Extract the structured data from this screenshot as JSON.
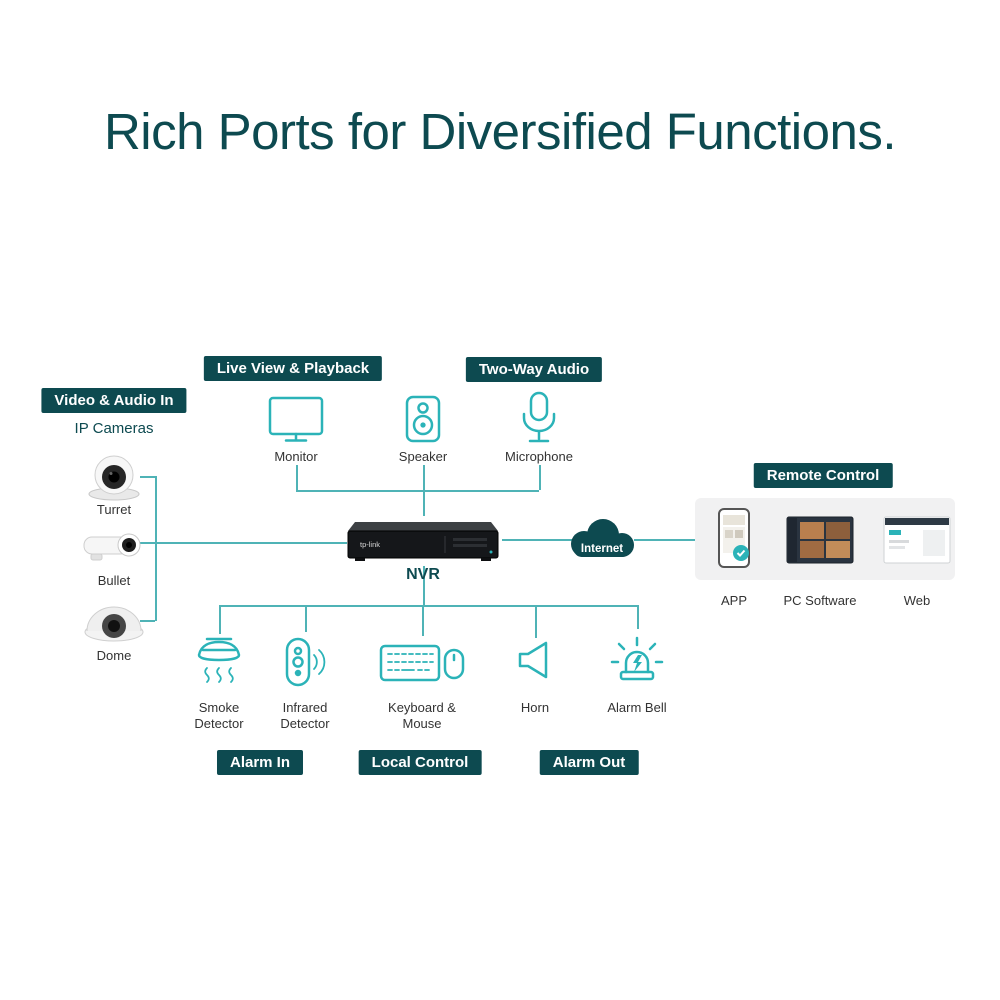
{
  "title": "Rich Ports for Diversified Functions.",
  "colors": {
    "dark_teal": "#0D4A50",
    "icon_teal": "#2BB3B8",
    "connector": "#4FB3B6",
    "panel_gray": "#F1F1F2"
  },
  "badges": {
    "video_audio_in": "Video & Audio In",
    "live_view_playback": "Live View & Playback",
    "two_way_audio": "Two-Way Audio",
    "remote_control": "Remote Control",
    "alarm_in": "Alarm In",
    "local_control": "Local Control",
    "alarm_out": "Alarm Out"
  },
  "cameras": {
    "heading": "IP Cameras",
    "items": [
      {
        "label": "Turret"
      },
      {
        "label": "Bullet"
      },
      {
        "label": "Dome"
      }
    ]
  },
  "av_devices": [
    {
      "label": "Monitor"
    },
    {
      "label": "Speaker"
    },
    {
      "label": "Microphone"
    }
  ],
  "nvr": {
    "label": "NVR",
    "device_logo": "tp-link"
  },
  "internet": {
    "label": "Internet"
  },
  "remote_clients": [
    {
      "label": "APP"
    },
    {
      "label": "PC Software"
    },
    {
      "label": "Web"
    }
  ],
  "peripherals": [
    {
      "label": "Smoke Detector"
    },
    {
      "label": "Infrared Detector"
    },
    {
      "label": "Keyboard & Mouse"
    },
    {
      "label": "Horn"
    },
    {
      "label": "Alarm Bell"
    }
  ]
}
